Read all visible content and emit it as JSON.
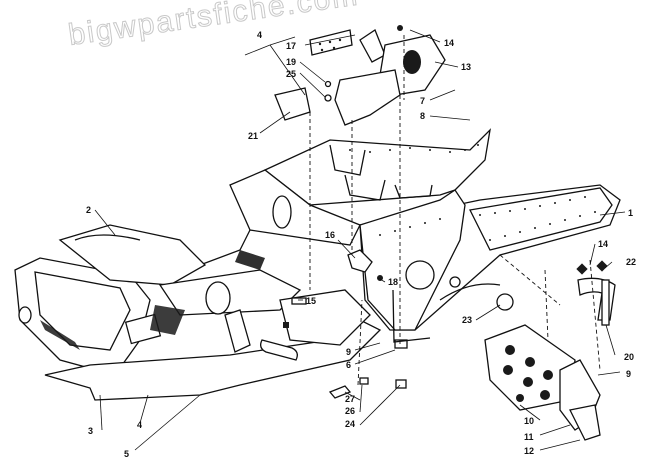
{
  "watermark": "bigwpartsfiche.com",
  "callouts": {
    "c1": "1",
    "c2": "2",
    "c3": "3",
    "c4a": "4",
    "c4b": "4",
    "c5": "5",
    "c6": "6",
    "c7": "7",
    "c8": "8",
    "c9a": "9",
    "c9b": "9",
    "c10": "10",
    "c11": "11",
    "c12": "12",
    "c13": "13",
    "c14a": "14",
    "c14b": "14",
    "c15": "15",
    "c16": "16",
    "c17": "17",
    "c18": "18",
    "c19": "19",
    "c20": "20",
    "c21": "21",
    "c22": "22",
    "c23": "23",
    "c24": "24",
    "c25": "25",
    "c26": "26",
    "c27": "27"
  }
}
